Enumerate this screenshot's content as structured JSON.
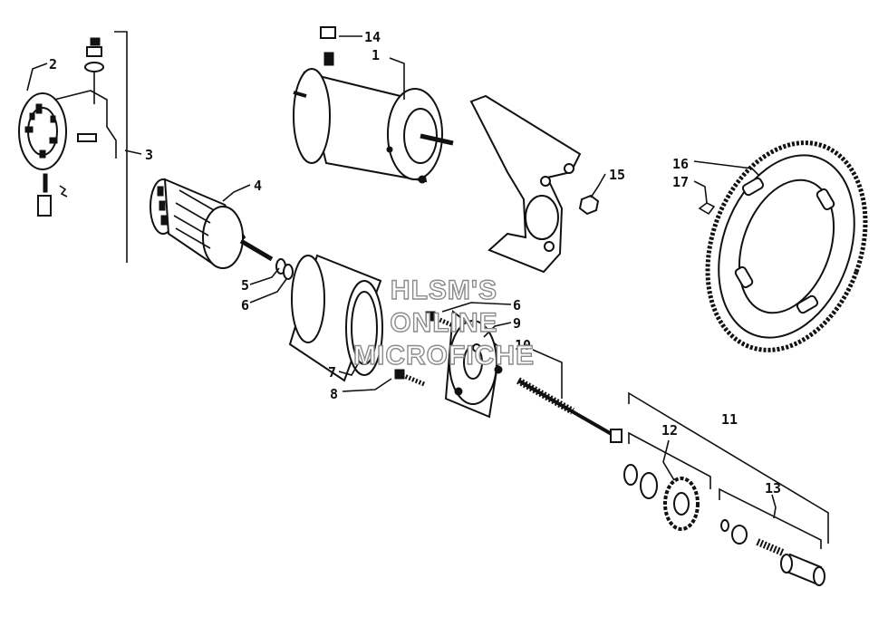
{
  "callouts": [
    {
      "id": "c1",
      "text": "1"
    },
    {
      "id": "c2",
      "text": "2"
    },
    {
      "id": "c3",
      "text": "3"
    },
    {
      "id": "c4",
      "text": "4"
    },
    {
      "id": "c5",
      "text": "5"
    },
    {
      "id": "c6a",
      "text": "6"
    },
    {
      "id": "c6b",
      "text": "6"
    },
    {
      "id": "c7",
      "text": "7"
    },
    {
      "id": "c8",
      "text": "8"
    },
    {
      "id": "c9",
      "text": "9"
    },
    {
      "id": "c10",
      "text": "10"
    },
    {
      "id": "c11",
      "text": "11"
    },
    {
      "id": "c12",
      "text": "12"
    },
    {
      "id": "c13",
      "text": "13"
    },
    {
      "id": "c14",
      "text": "14"
    },
    {
      "id": "c15",
      "text": "15"
    },
    {
      "id": "c16",
      "text": "16"
    },
    {
      "id": "c17",
      "text": "17"
    }
  ],
  "watermark": {
    "line1": "HLSM'S",
    "line2": "ONLINE",
    "line3": "MICROFICHE"
  }
}
